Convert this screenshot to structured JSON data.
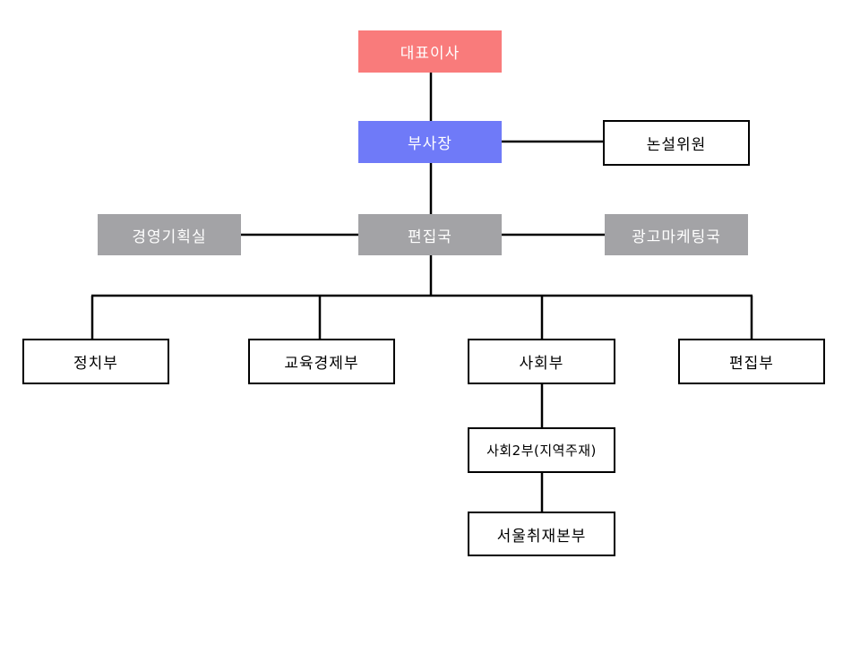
{
  "colors": {
    "ceo": "#f97b7b",
    "vice_president": "#6f7af8",
    "gray_box": "#a3a3a6",
    "line": "#000000"
  },
  "nodes": {
    "ceo": "대표이사",
    "vice_president": "부사장",
    "editorial_committee": "논설위원",
    "editorial_bureau": "편집국",
    "management_planning": "경영기획실",
    "ad_marketing": "광고마케팅국",
    "politics": "정치부",
    "education_economy": "교육경제부",
    "society": "사회부",
    "editing": "편집부",
    "society2": "사회2부(지역주재)",
    "seoul_bureau": "서울취재본부"
  }
}
